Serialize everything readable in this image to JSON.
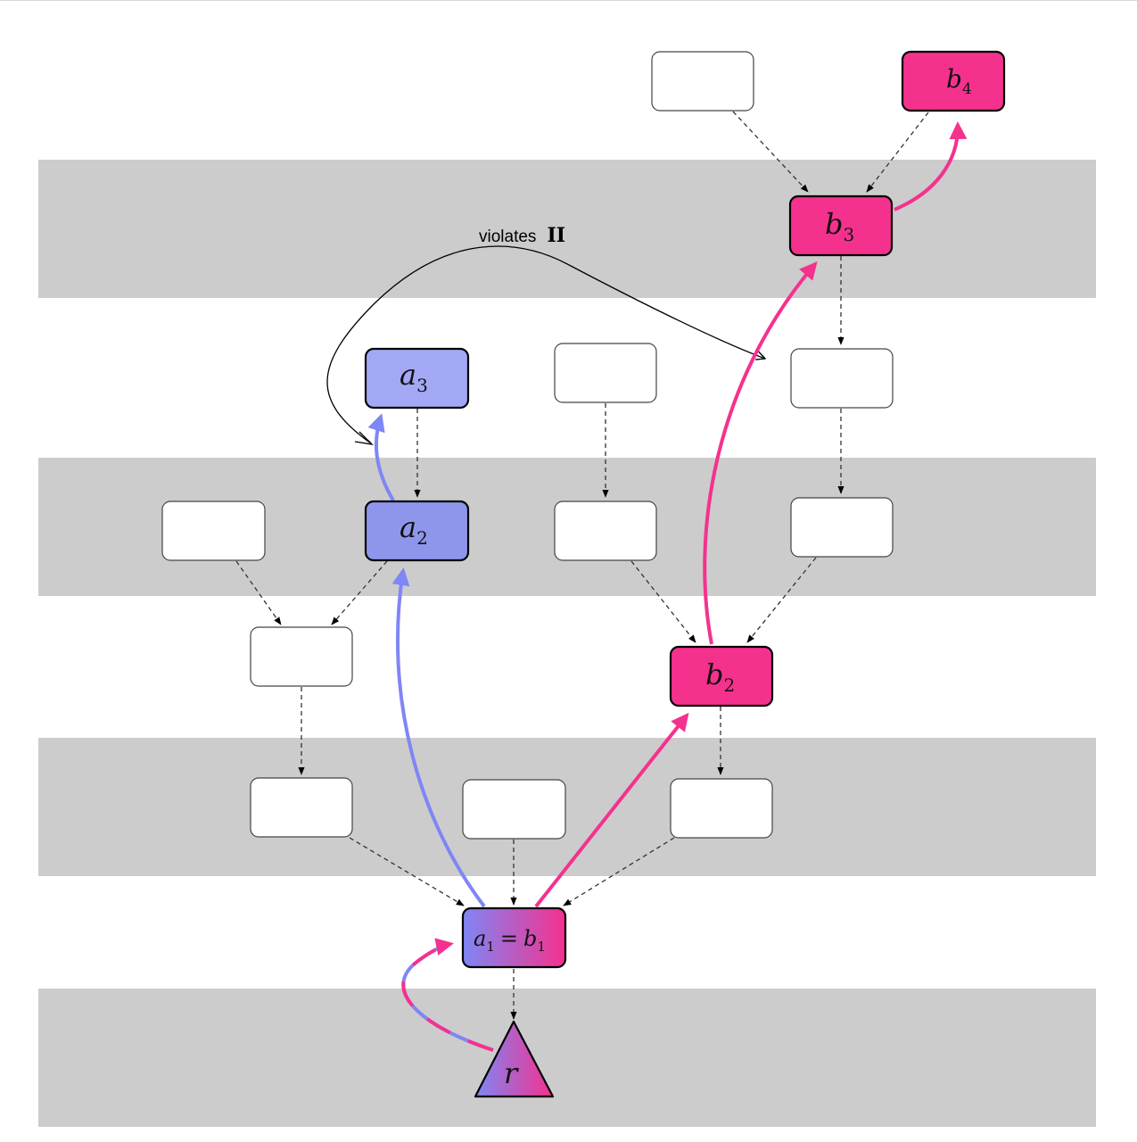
{
  "colors": {
    "band": "#cccccc",
    "blue_path": "#7f86f5",
    "pink_path": "#f5318e",
    "a2_fill": "#8e96ec",
    "a3_fill": "#a3a8f5",
    "b_fill": "#f5318e",
    "white_fill": "#ffffff",
    "stroke": "#000000"
  },
  "nodes": {
    "a3": {
      "base": "a",
      "sub": "3"
    },
    "a2": {
      "base": "a",
      "sub": "2"
    },
    "b2": {
      "base": "b",
      "sub": "2"
    },
    "b3": {
      "base": "b",
      "sub": "3"
    },
    "b4": {
      "base": "b",
      "sub": "4"
    },
    "a1b1": {
      "left_base": "a",
      "left_sub": "1",
      "eq": "=",
      "right_base": "b",
      "right_sub": "1"
    },
    "root": {
      "label": "r"
    }
  },
  "annotation": {
    "text": "violates",
    "bold": "II"
  }
}
